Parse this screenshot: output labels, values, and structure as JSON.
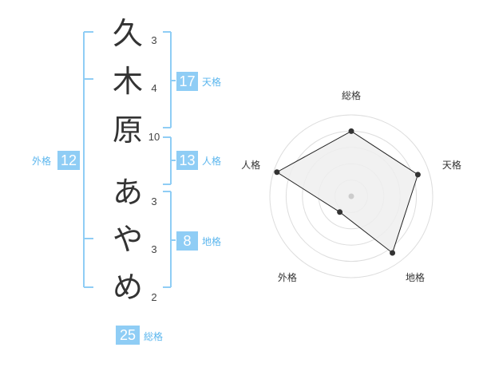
{
  "name": {
    "characters": [
      {
        "char": "久",
        "strokes": "3"
      },
      {
        "char": "木",
        "strokes": "4"
      },
      {
        "char": "原",
        "strokes": "10"
      },
      {
        "char": "あ",
        "strokes": "3"
      },
      {
        "char": "や",
        "strokes": "3"
      },
      {
        "char": "め",
        "strokes": "2"
      }
    ]
  },
  "fortunes": {
    "tenkaku": {
      "value": "17",
      "label": "天格"
    },
    "jinkaku": {
      "value": "13",
      "label": "人格"
    },
    "chikaku": {
      "value": "8",
      "label": "地格"
    },
    "gaikaku": {
      "value": "12",
      "label": "外格"
    },
    "soukaku": {
      "value": "25",
      "label": "総格"
    }
  },
  "chart_data": {
    "type": "radar",
    "axes": [
      "総格",
      "天格",
      "地格",
      "外格",
      "人格"
    ],
    "max": 5,
    "rings": 5,
    "values": [
      4,
      4.3,
      4.3,
      1.2,
      4.8
    ],
    "colors": {
      "fill": "#eeeeee",
      "stroke": "#222222",
      "grid": "#dddddd",
      "bracket": "#8fcdf5"
    }
  }
}
